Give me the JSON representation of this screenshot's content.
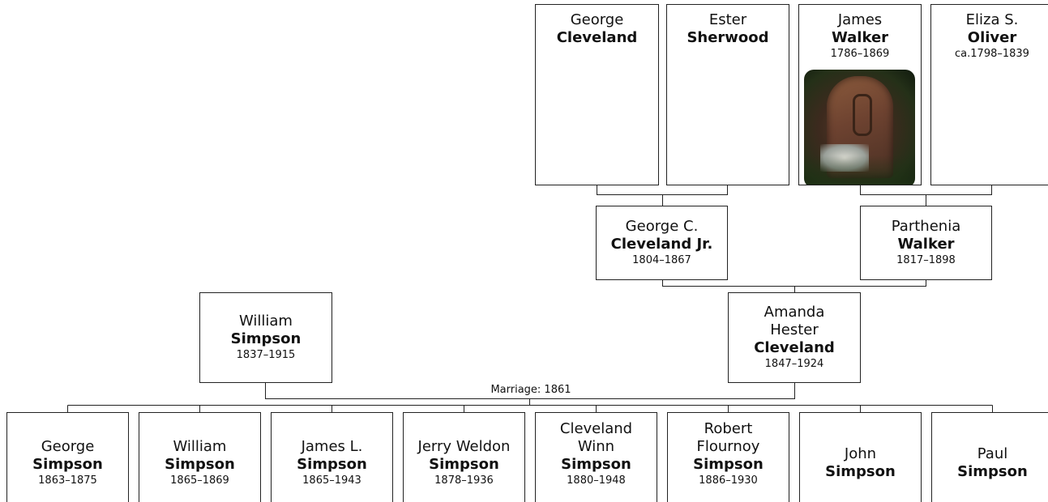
{
  "grandparents": [
    {
      "given": "George",
      "surname": "Cleveland",
      "dates": ""
    },
    {
      "given": "Ester",
      "surname": "Sherwood",
      "dates": ""
    },
    {
      "given": "James",
      "surname": "Walker",
      "dates": "1786–1869"
    },
    {
      "given": "Eliza S.",
      "surname": "Oliver",
      "dates": "ca.1798–1839"
    }
  ],
  "parents_of_amanda": [
    {
      "given": "George C.",
      "surname": "Cleveland Jr.",
      "dates": "1804–1867"
    },
    {
      "given": "Parthenia",
      "surname": "Walker",
      "dates": "1817–1898"
    }
  ],
  "couple": {
    "husband": {
      "given": "William",
      "surname": "Simpson",
      "dates": "1837–1915"
    },
    "wife": {
      "given": "Amanda Hester",
      "surname": "Cleveland",
      "dates": "1847–1924"
    },
    "marriage_label": "Marriage: 1861"
  },
  "children": [
    {
      "given": "George",
      "surname": "Simpson",
      "dates": "1863–1875"
    },
    {
      "given": "William",
      "surname": "Simpson",
      "dates": "1865–1869"
    },
    {
      "given": "James L.",
      "surname": "Simpson",
      "dates": "1865–1943"
    },
    {
      "given": "Jerry Weldon",
      "surname": "Simpson",
      "dates": "1878–1936"
    },
    {
      "given": "Cleveland Winn",
      "surname": "Simpson",
      "dates": "1880–1948"
    },
    {
      "given": "Robert Flournoy",
      "surname": "Simpson",
      "dates": "1886–1930"
    },
    {
      "given": "John",
      "surname": "Simpson",
      "dates": ""
    },
    {
      "given": "Paul",
      "surname": "Simpson",
      "dates": ""
    }
  ]
}
